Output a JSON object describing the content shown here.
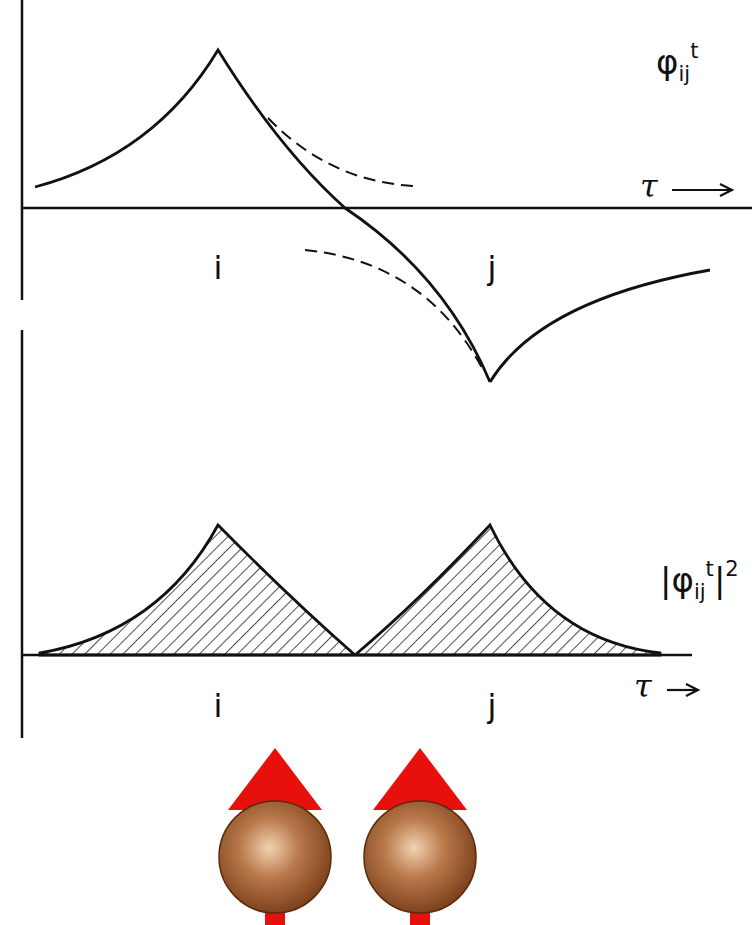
{
  "diagram": {
    "labels": [
      "φ",
      "ij",
      "t",
      "i",
      "j",
      "τ",
      "|φ",
      "ij",
      "t",
      "|",
      "2",
      "i",
      "j",
      "τ"
    ]
  }
}
